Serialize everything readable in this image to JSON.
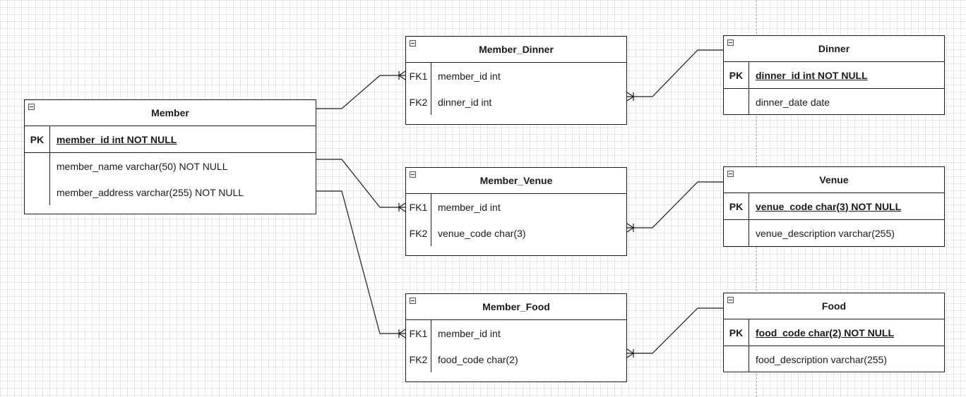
{
  "diagram": {
    "entities": {
      "member": {
        "title": "Member",
        "pk_label": "PK",
        "pk_field": "member_id int NOT NULL",
        "fields": [
          "member_name varchar(50) NOT NULL",
          "member_address varchar(255) NOT NULL"
        ]
      },
      "member_dinner": {
        "title": "Member_Dinner",
        "rows": [
          {
            "key": "FK1",
            "field": "member_id int"
          },
          {
            "key": "FK2",
            "field": "dinner_id int"
          }
        ]
      },
      "member_venue": {
        "title": "Member_Venue",
        "rows": [
          {
            "key": "FK1",
            "field": "member_id int"
          },
          {
            "key": "FK2",
            "field": "venue_code char(3)"
          }
        ]
      },
      "member_food": {
        "title": "Member_Food",
        "rows": [
          {
            "key": "FK1",
            "field": "member_id int"
          },
          {
            "key": "FK2",
            "field": "food_code char(2)"
          }
        ]
      },
      "dinner": {
        "title": "Dinner",
        "pk_label": "PK",
        "pk_field": "dinner_id int NOT NULL",
        "fields": [
          "dinner_date date"
        ]
      },
      "venue": {
        "title": "Venue",
        "pk_label": "PK",
        "pk_field": "venue_code char(3) NOT NULL",
        "fields": [
          "venue_description varchar(255)"
        ]
      },
      "food": {
        "title": "Food",
        "pk_label": "PK",
        "pk_field": "food_code char(2) NOT NULL",
        "fields": [
          "food_description varchar(255)"
        ]
      }
    },
    "relationships": [
      {
        "from": "Member",
        "to": "Member_Dinner",
        "notation": "one-to-many"
      },
      {
        "from": "Member",
        "to": "Member_Venue",
        "notation": "one-to-many"
      },
      {
        "from": "Member",
        "to": "Member_Food",
        "notation": "one-to-many"
      },
      {
        "from": "Dinner",
        "to": "Member_Dinner",
        "notation": "one-to-many"
      },
      {
        "from": "Venue",
        "to": "Member_Venue",
        "notation": "one-to-many"
      },
      {
        "from": "Food",
        "to": "Member_Food",
        "notation": "one-to-many"
      }
    ],
    "colors": {
      "line": "#1a1a1a",
      "grid": "#e6e6e6",
      "background": "#ffffff"
    }
  }
}
